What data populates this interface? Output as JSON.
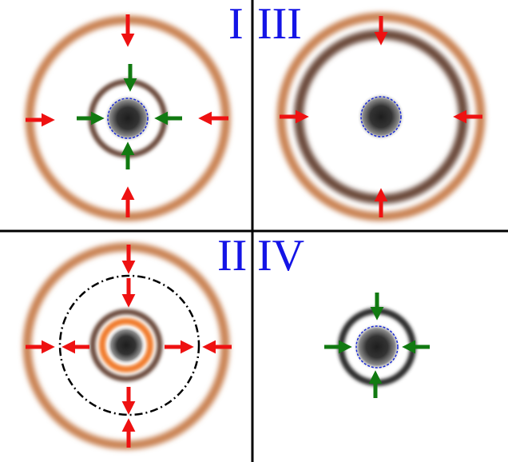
{
  "panels": [
    {
      "id": "I",
      "label": "I"
    },
    {
      "id": "II",
      "label": "II"
    },
    {
      "id": "III",
      "label": "III"
    },
    {
      "id": "IV",
      "label": "IV"
    }
  ],
  "colors": {
    "label": "#1414e6",
    "red_arrow": "#ee1111",
    "green_arrow": "#117a11",
    "outer_ring": "#c98253",
    "inner_ring": "#6b4a3a",
    "core": "#2b2b2b",
    "orange_ring": "#f07a2a",
    "blue_dashed": "#1a2ad6",
    "divider": "#000000"
  }
}
